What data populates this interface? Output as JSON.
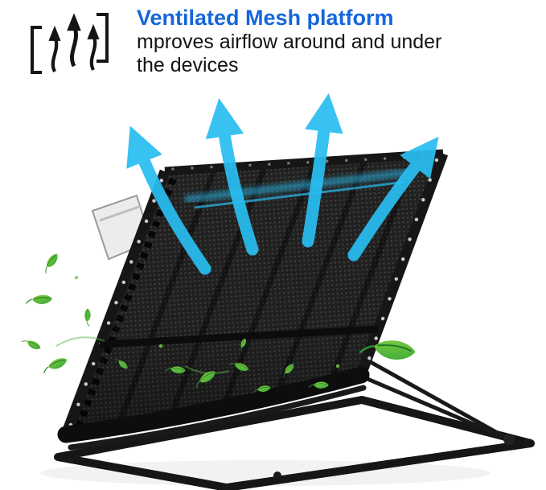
{
  "header": {
    "icon": "airflow-up-icon",
    "title": "Ventilated Mesh platform",
    "subtitle_line1": "mproves airflow around and under",
    "subtitle_line2": "the devices"
  },
  "illustration": {
    "subject": "ventilated-mesh-laptop-stand",
    "airflow_arrow_count": 4,
    "decoration": "green-leaves"
  },
  "colors": {
    "title_blue": "#1566DB",
    "arrow_cyan": "#29BEF1",
    "leaf_green_light": "#8ED13F",
    "leaf_green_dark": "#2FA33A",
    "stand_black": "#161616",
    "background": "#FFFFFF"
  }
}
